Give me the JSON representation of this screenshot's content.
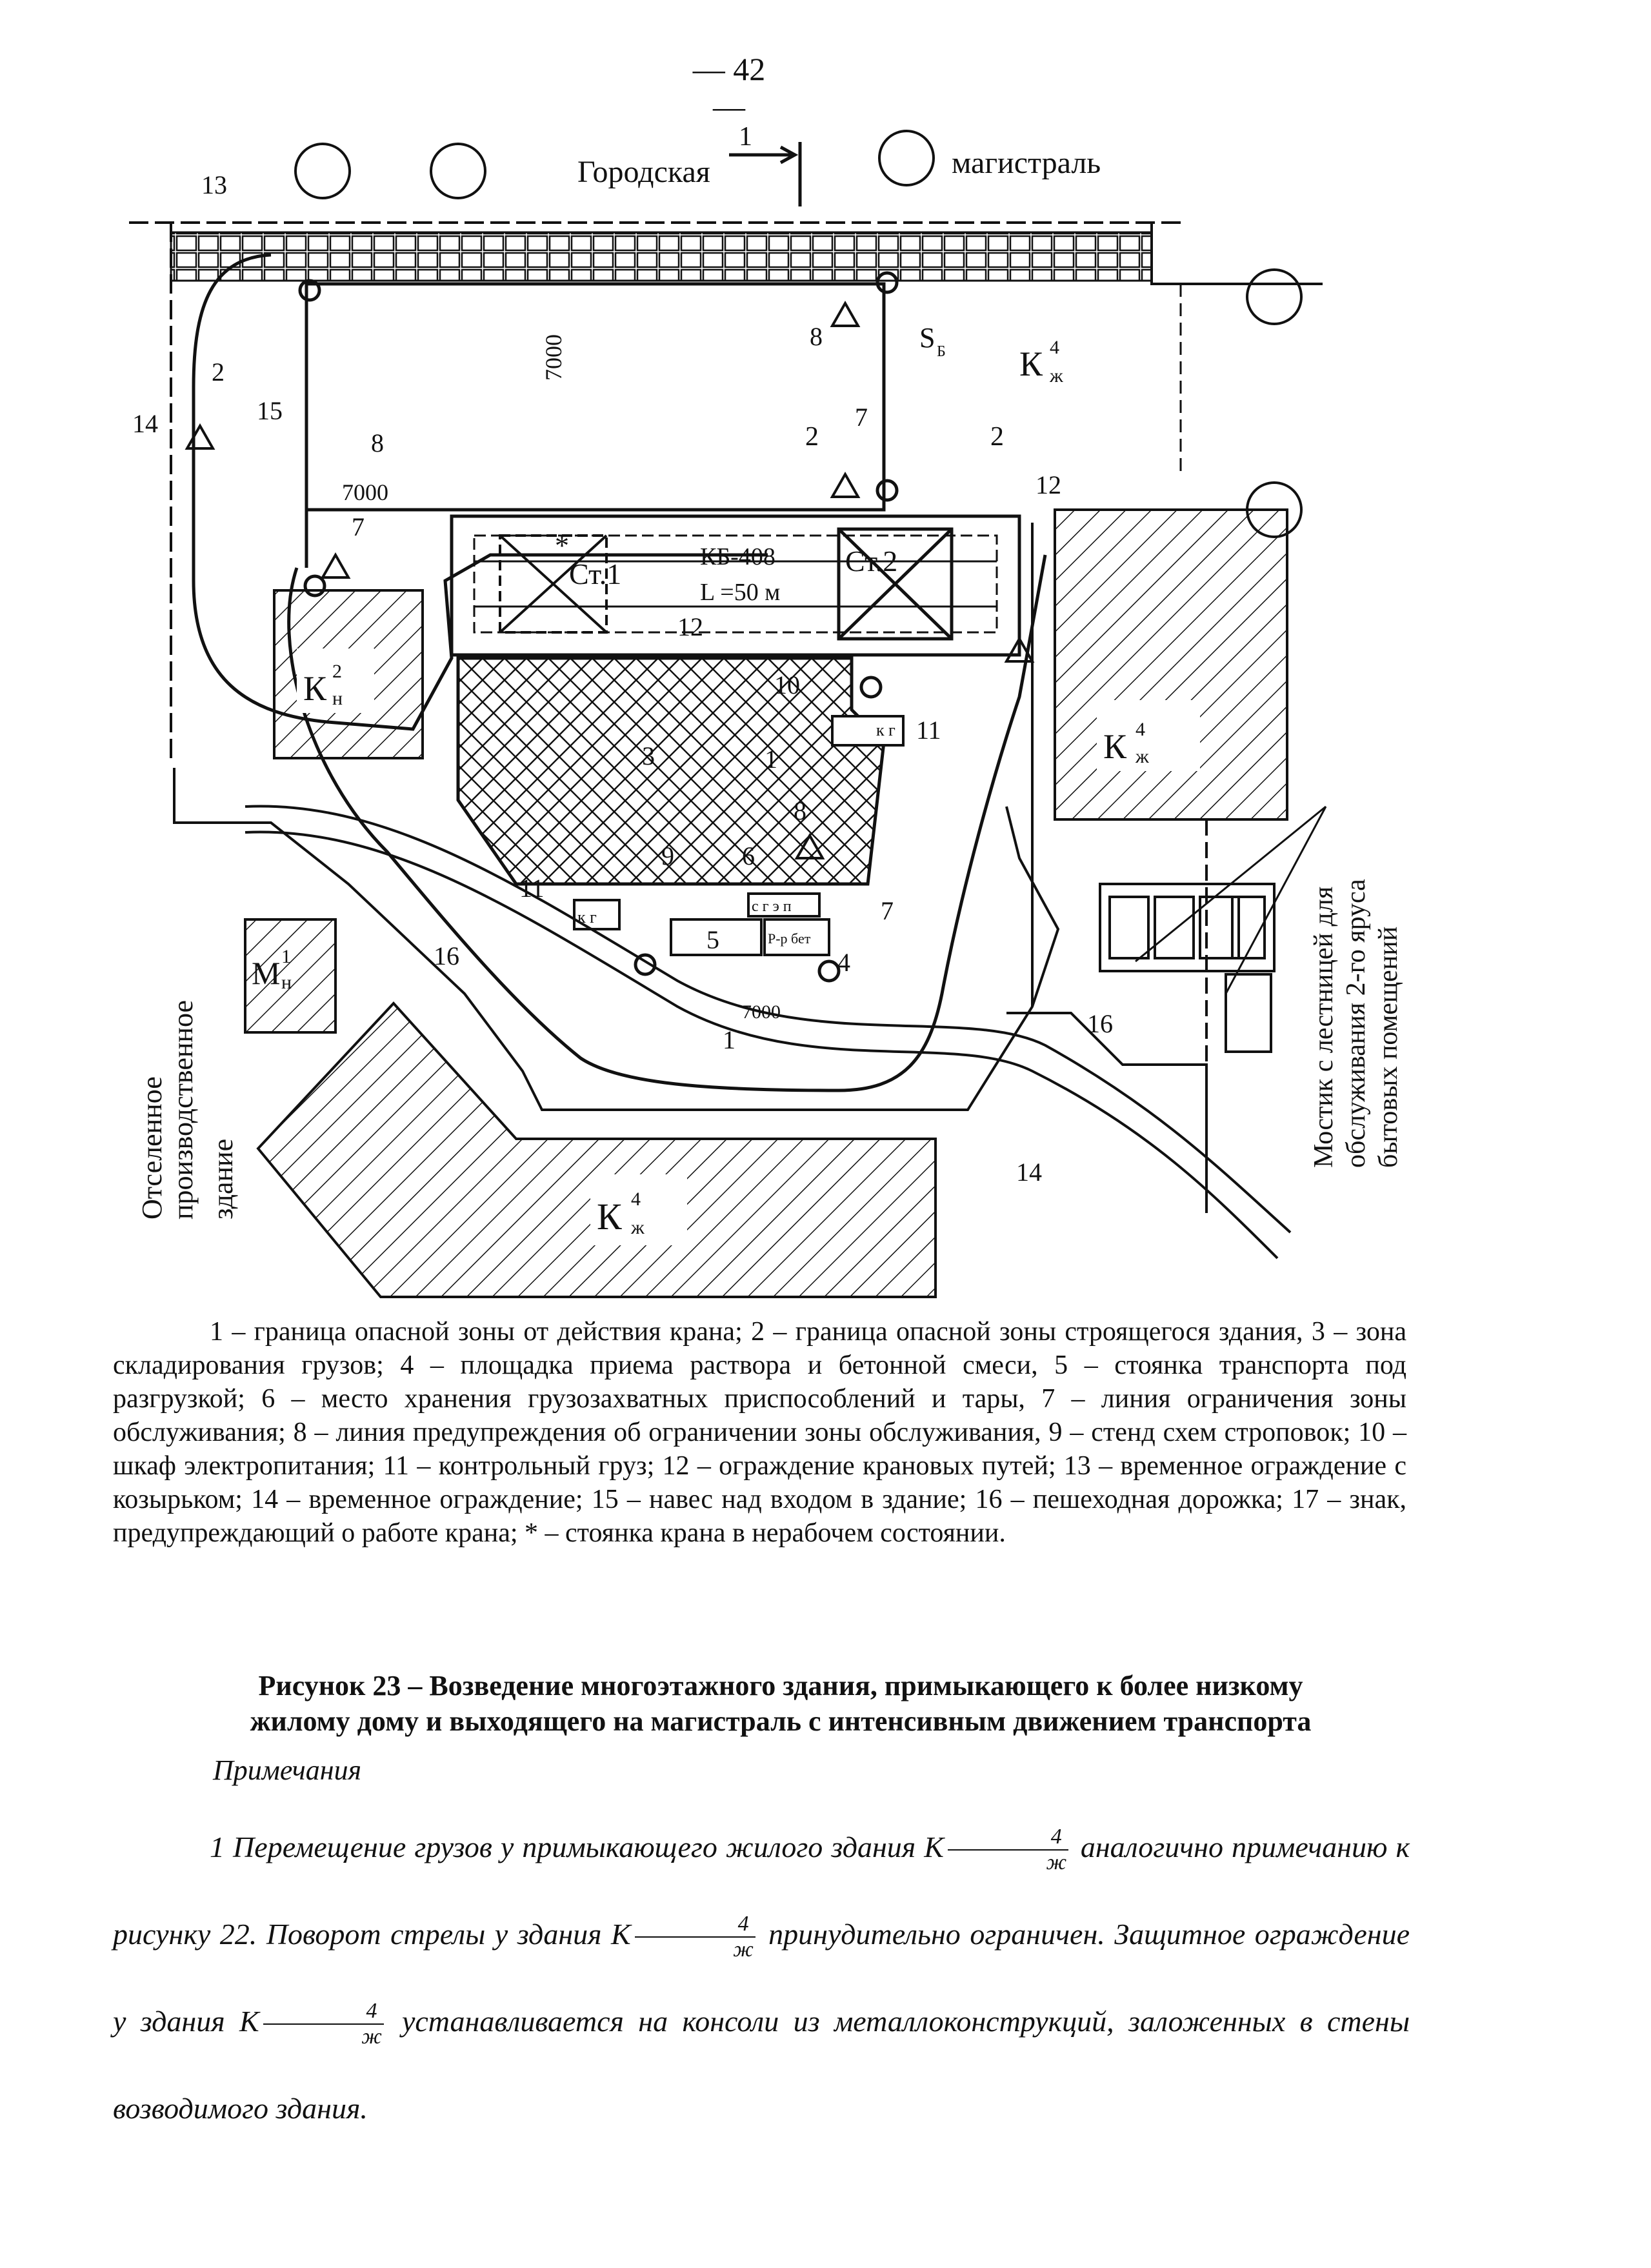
{
  "page_number": "— 42 —",
  "drawing": {
    "road_label_left": "Городская",
    "road_label_right": "магистраль",
    "crane_label": "КБ-408",
    "crane_length": "L =50 м",
    "station_1": "Ст.1",
    "station_2": "Ст.2",
    "dim_7000": "7000",
    "s_label": "S",
    "s_sub": "Б",
    "label_kg": "к г",
    "label_sgep": "с г э п",
    "label_rbet": "Р-р бет",
    "building_K": "К",
    "frac_4": "4",
    "frac_2": "2",
    "frac_1": "1",
    "sub_zh": "ж",
    "sub_n": "н",
    "building_M": "М",
    "abandoned_building": [
      "Отселенное",
      "производственное",
      "здание"
    ],
    "bridge_note": [
      "Мостик с лестницей для",
      "обслуживания 2-го яруса",
      "бытовых помещений"
    ],
    "asterisk": "*",
    "markers": [
      "1",
      "2",
      "3",
      "4",
      "5",
      "6",
      "7",
      "8",
      "9",
      "10",
      "11",
      "12",
      "13",
      "14",
      "15",
      "16"
    ]
  },
  "legend": "1 – граница опасной зоны от действия крана; 2 – граница опасной зоны строящегося здания, 3 – зона складирования грузов; 4 – площадка приема раствора и бетонной смеси, 5 – стоянка транспорта под разгрузкой; 6 – место хранения грузозахватных приспособлений и тары, 7 – линия ограничения зоны обслуживания; 8 – линия предупреждения об ограничении зоны обслуживания, 9 – стенд схем строповок; 10 – шкаф электропитания; 11 – контрольный груз; 12 – ограждение крановых путей; 13 – временное ограждение с козырьком; 14 – временное ограждение; 15 – навес над входом в здание; 16 – пешеходная дорожка; 17 – знак, предупреждающий о работе крана; * – стоянка крана в нерабочем состоянии.",
  "caption": {
    "line1": "Рисунок 23 – Возведение многоэтажного здания, примыкающего к более низкому",
    "line2": "жилому дому и выходящего на магистраль с интенсивным движением транспорта"
  },
  "notes": {
    "heading": "Примечания",
    "n1_a": "1 Перемещение грузов у примыкающего жилого здания К",
    "n1_b": "аналогично примечанию к рисунку 22. Поворот стрелы у здания К",
    "n1_c": "принудительно ограничен. Защитное ограждение у здания К",
    "n1_d": "устанавливается на консоли из металлоконструкций, заложенных в стены возводимого здания."
  }
}
